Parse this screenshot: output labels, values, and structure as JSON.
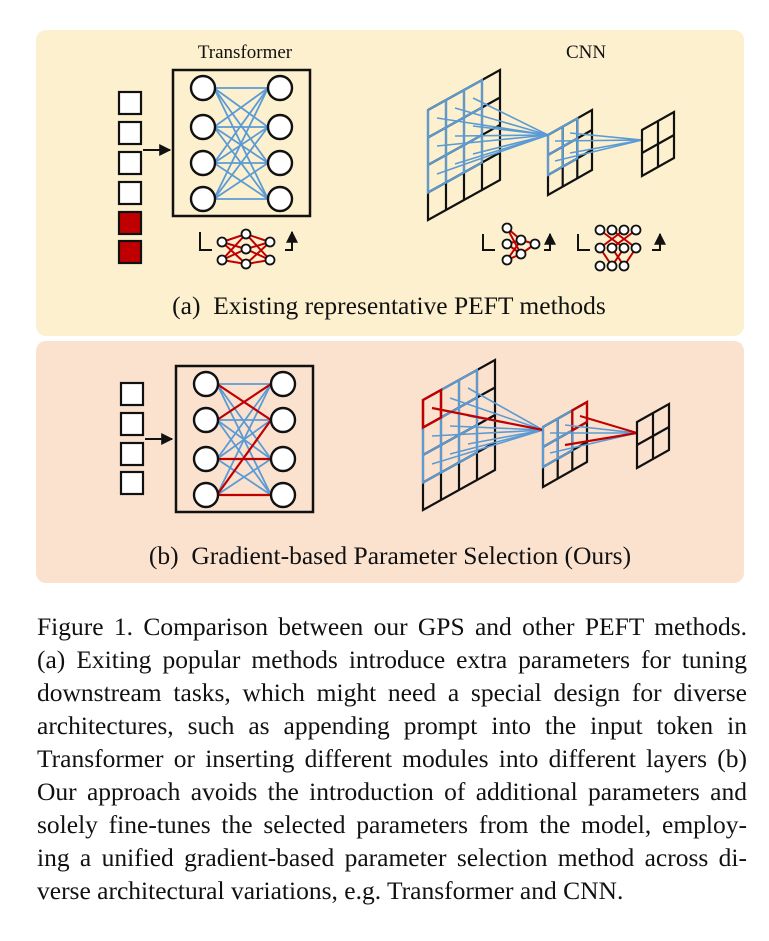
{
  "panel_a": {
    "transformer_label": "Transformer",
    "cnn_label": "CNN",
    "caption": "(a)  Existing representative PEFT methods"
  },
  "panel_b": {
    "caption": "(b)  Gradient-based Parameter Selection (Ours)"
  },
  "figure_caption": {
    "lines": [
      "Figure 1. Comparison between our GPS and other PEFT methods.",
      "(a) Exiting popular methods introduce extra parameters for tuning",
      "downstream tasks, which might need a special design for diverse",
      "architectures, such as appending prompt into the input token in",
      "Transformer or inserting different modules into different layers (b)",
      "Our approach avoids the introduction of additional parameters and",
      "solely fine-tunes the selected parameters from the model, employ-",
      "ing a unified gradient-based parameter selection method across di-",
      "verse architectural variations, e.g. Transformer and CNN."
    ]
  },
  "colors": {
    "panel_a_bg": "#fcf0cf",
    "panel_b_bg": "#fbe2cf",
    "connection_blue": "#5b9bd5",
    "selected_red": "#c00000"
  }
}
